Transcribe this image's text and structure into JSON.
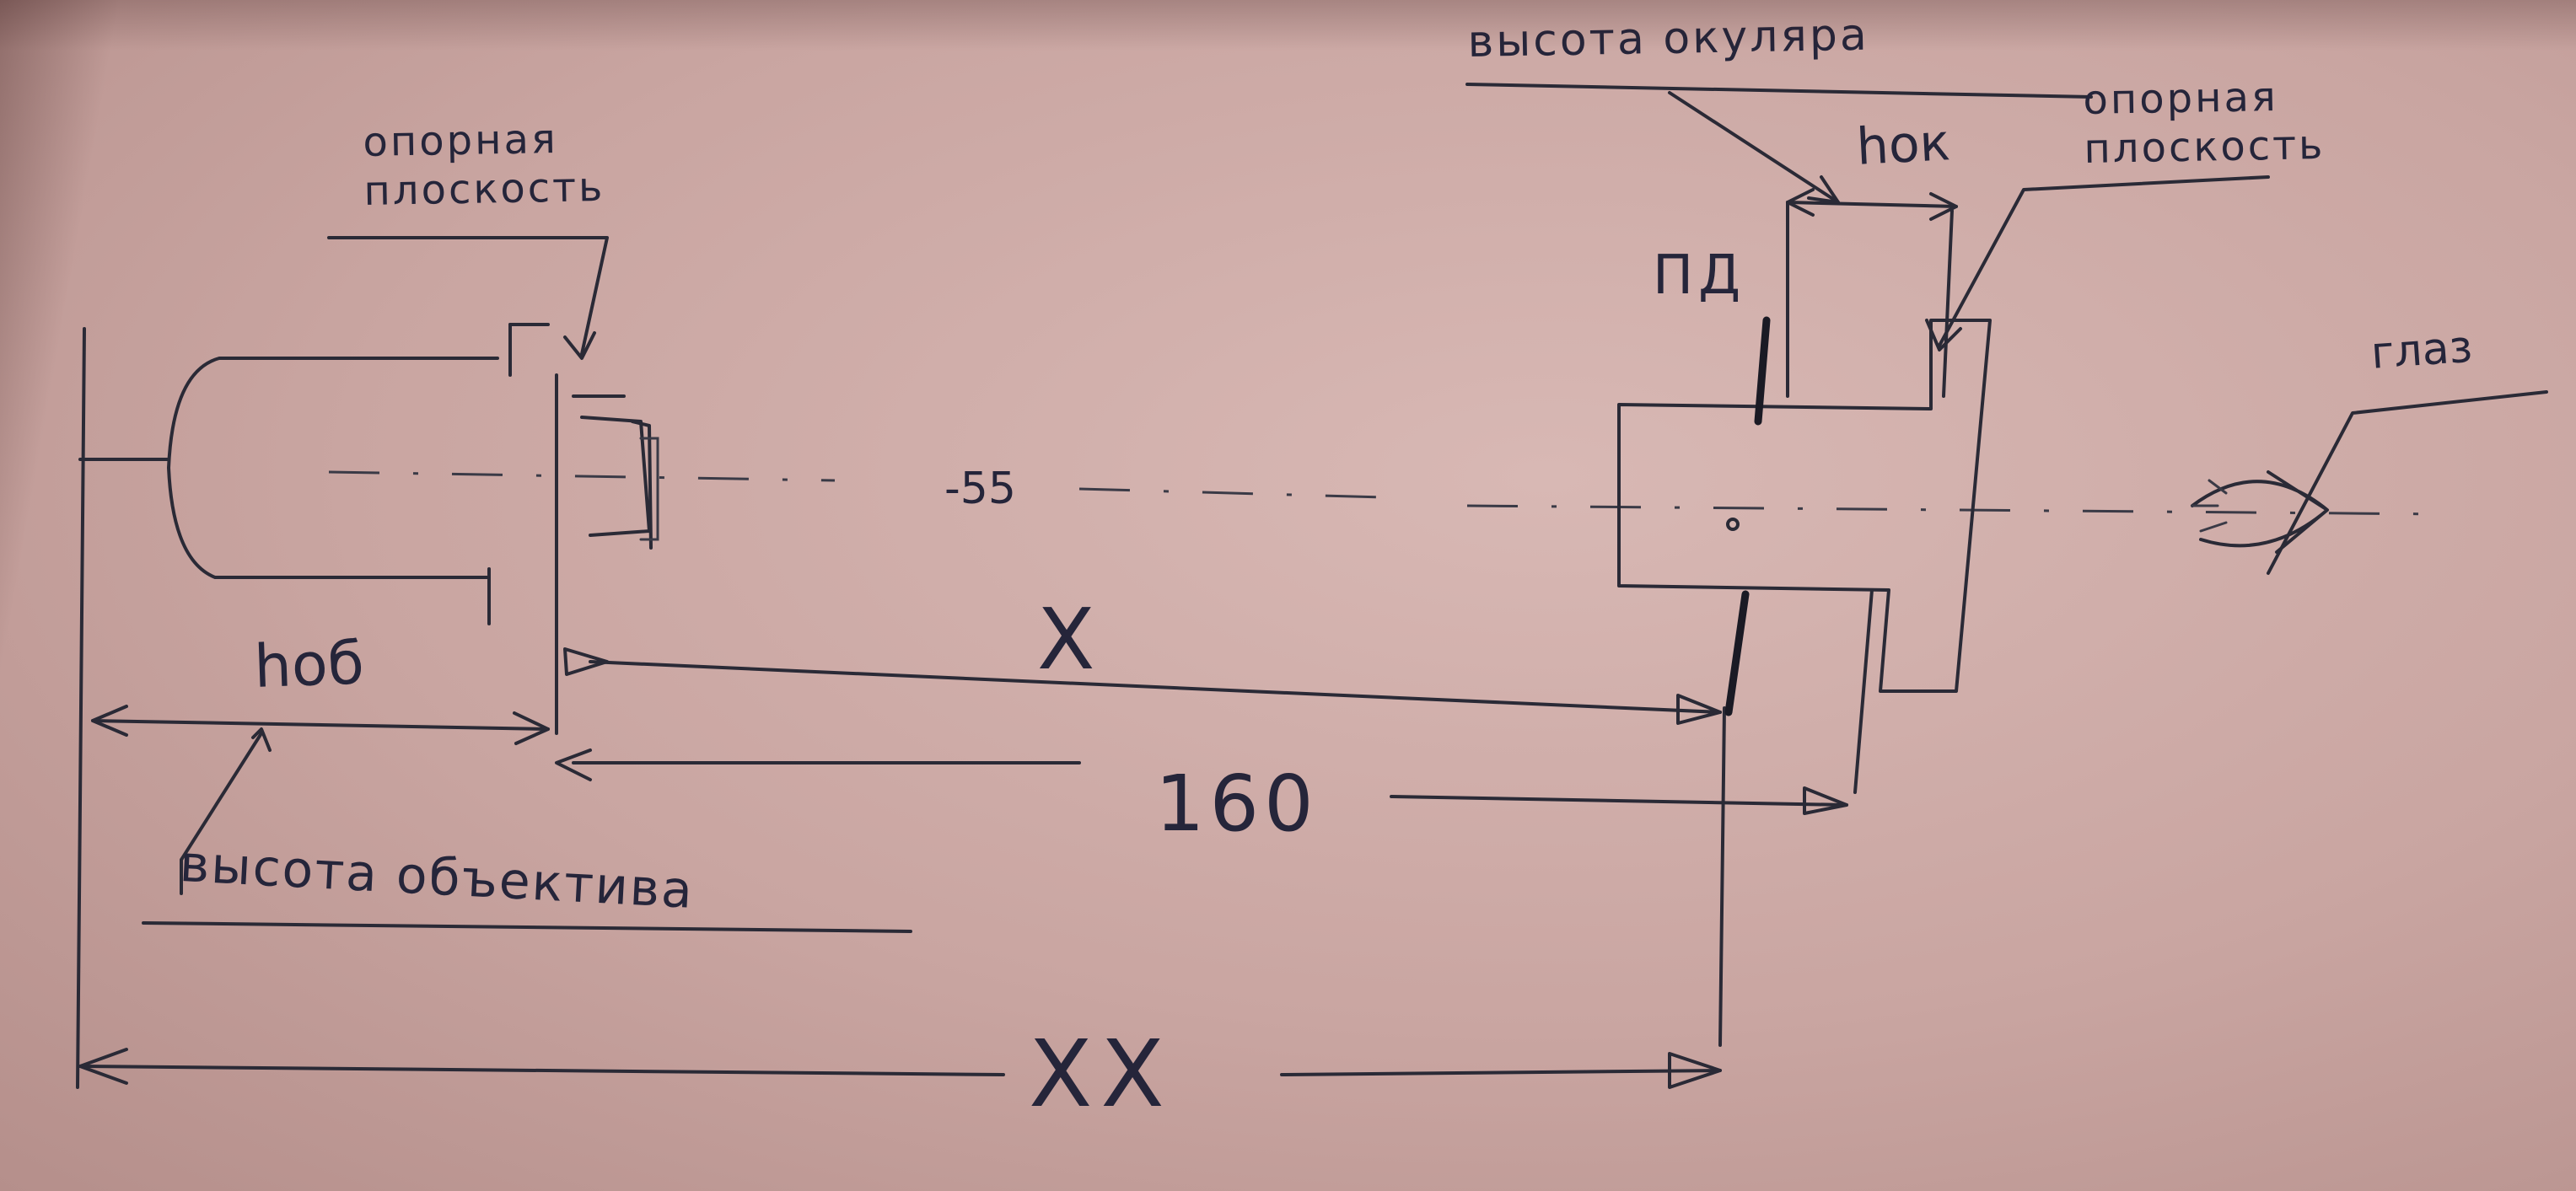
{
  "labels": {
    "support_plane_left_line1": "опорная",
    "support_plane_left_line2": "плоскость",
    "support_plane_right_line1": "опорная",
    "support_plane_right_line2": "плоскость",
    "eyepiece_height": "высота окуляра",
    "h_ok": "hок",
    "pd": "ПД",
    "eye": "глаз",
    "axis_value": "-55",
    "x": "X",
    "h_ob": "hоб",
    "value_160": "160",
    "objective_height": "высота объектива",
    "xx": "XX"
  },
  "colors": {
    "paper": "#c9a6a3",
    "ink": "#2a2a36"
  }
}
